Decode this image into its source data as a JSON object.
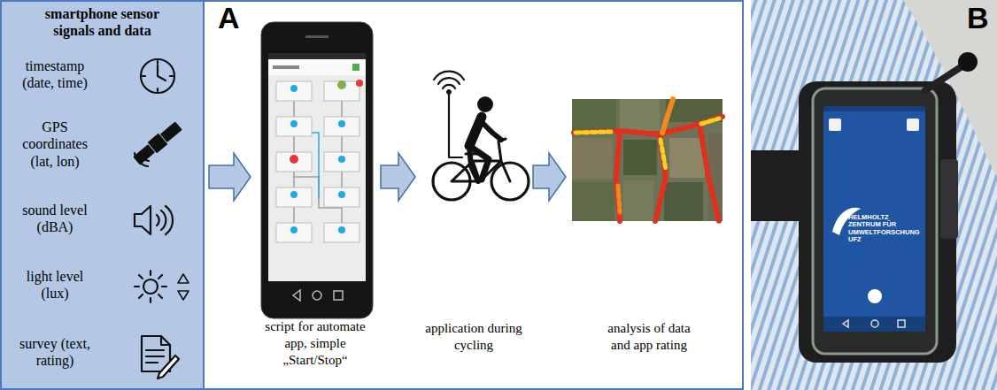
{
  "diagram": {
    "nodes": [
      {
        "text": [
          "smartphone sensor signals and data",
          "timestamp (date, time)",
          "GPS coordinates (lat, lon)",
          "sound level (dBA)",
          "light level (lux)",
          "survey (text, rating)"
        ]
      },
      {
        "text": [
          "script for automate app, simple „Start/Stop“"
        ]
      },
      {
        "text": [
          "application during cycling"
        ]
      },
      {
        "text": [
          "analysis of data and app rating"
        ]
      }
    ],
    "edges": [
      {
        "from": 0,
        "to": 1,
        "arrow": "to"
      },
      {
        "from": 1,
        "to": 2,
        "arrow": "to"
      },
      {
        "from": 2,
        "to": 3,
        "arrow": "to"
      }
    ],
    "labels": [
      "A",
      "B",
      "HELMHOLTZ ZENTRUM FÜR UMWELTFORSCHUNG UFZ"
    ]
  }
}
